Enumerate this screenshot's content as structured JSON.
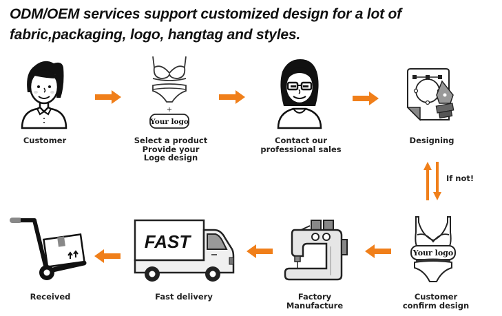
{
  "title": {
    "line1": "ODM/OEM services support customized design for a lot of",
    "line2": "fabric,packaging, logo, hangtag and styles."
  },
  "accent_color": "#f07f1a",
  "steps": [
    {
      "id": "customer",
      "icon": "woman-ponytail-icon",
      "label_lines": [
        "Customer"
      ]
    },
    {
      "id": "select-product",
      "icon": "lingerie-with-logo-icon",
      "logo_text": "Your logo",
      "plus": "+",
      "label_lines": [
        "Select a product",
        "Provide your",
        "Loge design"
      ]
    },
    {
      "id": "contact-sales",
      "icon": "woman-glasses-icon",
      "label_lines": [
        "Contact our",
        "professional sales"
      ]
    },
    {
      "id": "designing",
      "icon": "vector-pen-document-icon",
      "label_lines": [
        "Designing"
      ]
    },
    {
      "id": "customer-confirm",
      "icon": "lingerie-set-logo-icon",
      "logo_text": "Your logo",
      "label_lines": [
        "Customer",
        "confirm design"
      ]
    },
    {
      "id": "factory",
      "icon": "sewing-machine-icon",
      "label_lines": [
        "Factory",
        "Manufacture"
      ]
    },
    {
      "id": "fast-delivery",
      "icon": "delivery-truck-icon",
      "truck_text": "FAST",
      "label_lines": [
        "Fast delivery"
      ]
    },
    {
      "id": "received",
      "icon": "hand-truck-box-icon",
      "label_lines": [
        "Received"
      ]
    }
  ],
  "loop_note": "If not!"
}
